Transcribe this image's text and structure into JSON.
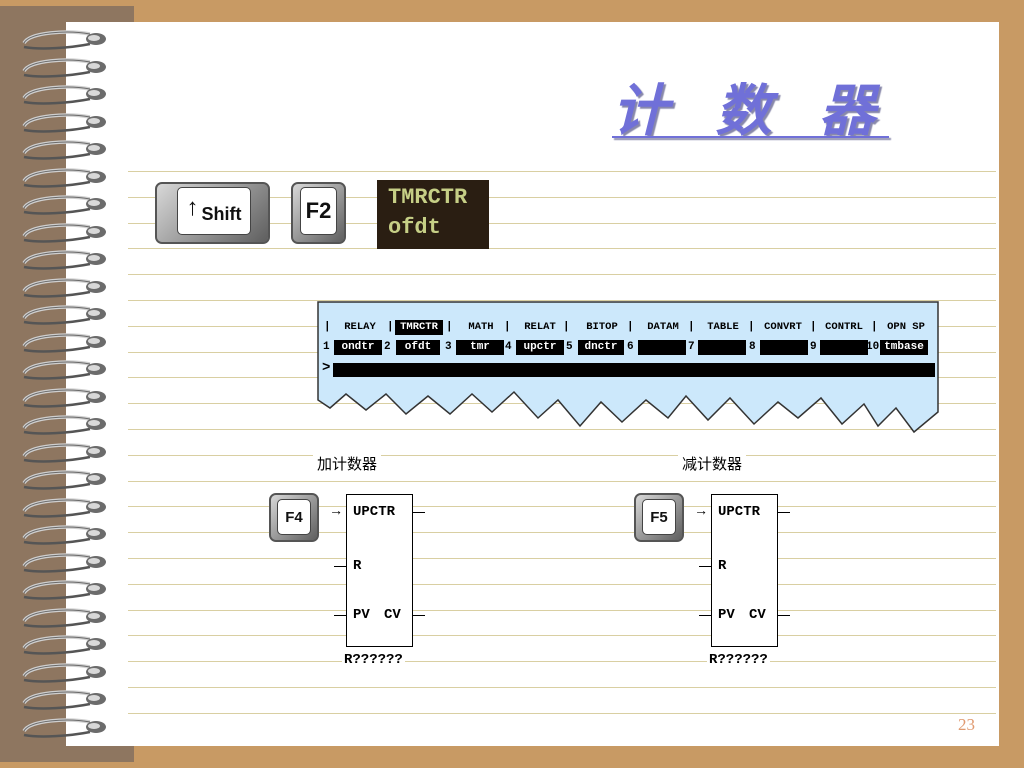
{
  "slide": {
    "title": "计 数 器",
    "page_number": "23"
  },
  "keys": {
    "shift_label": "Shift",
    "shift_arrow": "↑",
    "f2_label": "F2",
    "f4_label": "F4",
    "f5_label": "F5"
  },
  "display": {
    "line1": "TMRCTR",
    "line2": "ofdt"
  },
  "menu": {
    "categories": [
      "RELAY",
      "TMRCTR",
      "MATH",
      "RELAT",
      "BITOP",
      "DATAM",
      "TABLE",
      "CONVRT",
      "CONTRL",
      "OPN SP"
    ],
    "selected_category": "TMRCTR",
    "softkeys": [
      {
        "num": "1",
        "label": "ondtr"
      },
      {
        "num": "2",
        "label": "ofdt"
      },
      {
        "num": "3",
        "label": "tmr"
      },
      {
        "num": "4",
        "label": "upctr"
      },
      {
        "num": "5",
        "label": "dnctr"
      },
      {
        "num": "6",
        "label": ""
      },
      {
        "num": "7",
        "label": ""
      },
      {
        "num": "8",
        "label": ""
      },
      {
        "num": "9",
        "label": ""
      },
      {
        "num": "10",
        "label": "tmbase"
      }
    ],
    "prompt": ">"
  },
  "counters": [
    {
      "caption": "加计数器",
      "key": "F4",
      "block_label": "UPCTR",
      "reset_label": "R",
      "pv_label": "PV",
      "cv_label": "CV",
      "arrow": "→",
      "address": "R??????"
    },
    {
      "caption": "减计数器",
      "key": "F5",
      "block_label": "UPCTR",
      "reset_label": "R",
      "pv_label": "PV",
      "cv_label": "CV",
      "arrow": "→",
      "address": "R??????"
    }
  ],
  "colors": {
    "background": "#c89a64",
    "spine": "#8e7660",
    "title": "#7070d8",
    "panel": "#cce8fb",
    "display_bg": "#2a1e12",
    "display_text": "#c6cf86",
    "page_number": "#e09a70"
  }
}
